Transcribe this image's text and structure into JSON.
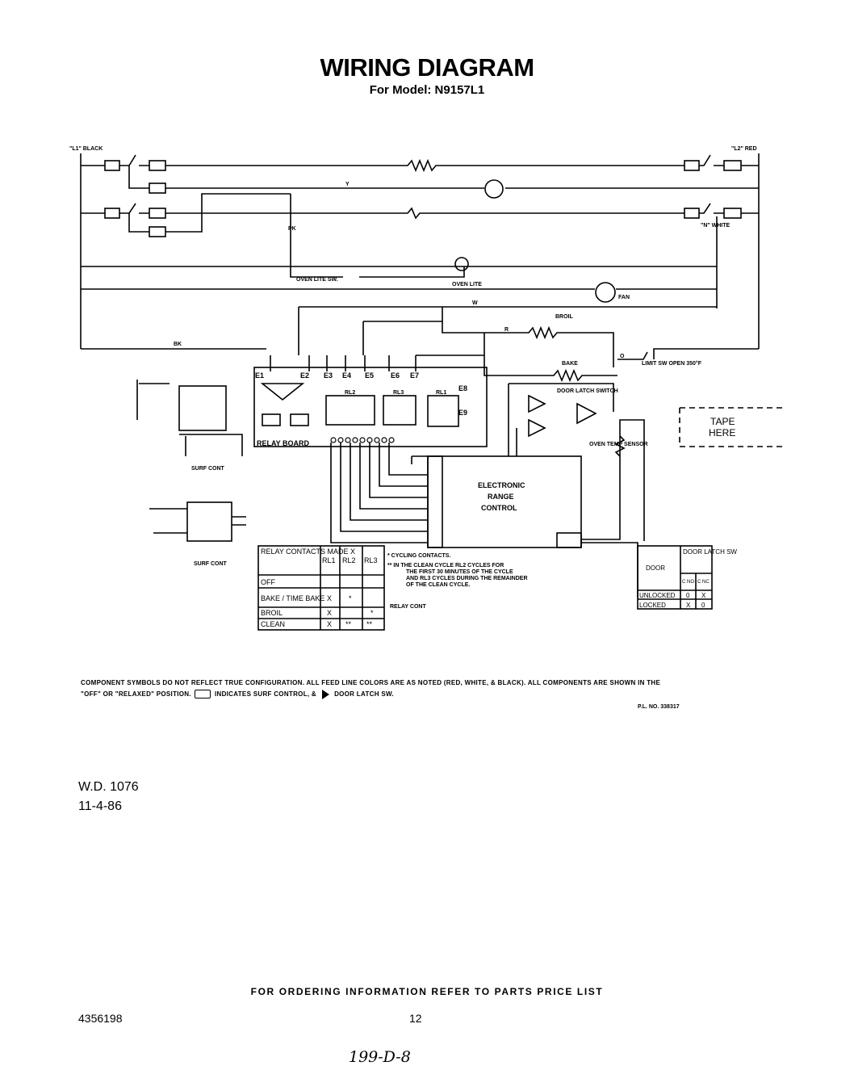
{
  "header": {
    "title": "WIRING DIAGRAM",
    "subtitle": "For Model: N9157L1"
  },
  "diagram": {
    "labels": {
      "l1_black": "\"L1\" BLACK",
      "l2_red": "\"L2\" RED",
      "neutral_white": "\"N\" WHITE",
      "wire_pk": "PK",
      "wire_y": "Y",
      "wire_bk": "BK",
      "wire_r": "R",
      "wire_w": "W",
      "wire_o": "O",
      "oven_lite_sw": "OVEN LITE SW.",
      "oven_lite": "OVEN LITE",
      "fan": "FAN",
      "broil": "BROIL",
      "bake": "BAKE",
      "limit_sw": "LIMIT SW OPEN 350°F",
      "door_latch_switch": "DOOR LATCH SWITCH",
      "oven_temp_sensor": "OVEN TEMP SENSOR",
      "relay_board": "RELAY BOARD",
      "electronic_range_control": [
        "ELECTRONIC",
        "RANGE",
        "CONTROL"
      ],
      "tape_here": [
        "TAPE",
        "HERE"
      ],
      "e_terminals": [
        "E1",
        "E2",
        "E3",
        "E4",
        "E5",
        "E6",
        "E7",
        "E8",
        "E9"
      ],
      "rl_labels": [
        "RL1",
        "RL2",
        "RL3"
      ],
      "surf_cont": "SURF CONT",
      "cycling_contacts": "* CYCLING CONTACTS.",
      "clean_note": [
        "** IN THE CLEAN CYCLE RL2 CYCLES FOR",
        "THE FIRST 30 MINUTES OF THE CYCLE",
        "AND RL3 CYCLES DURING THE REMAINDER",
        "OF THE CLEAN CYCLE."
      ],
      "relay_cont": "RELAY CONT"
    },
    "relay_table": {
      "header": [
        "RELAY CONTACTS MADE X",
        "RL1",
        "RL2",
        "RL3"
      ],
      "rows": [
        [
          "OFF",
          "",
          "",
          ""
        ],
        [
          "BAKE / TIME BAKE",
          "X",
          "*",
          ""
        ],
        [
          "BROIL",
          "X",
          "",
          "*"
        ],
        [
          "CLEAN",
          "X",
          "**",
          "**"
        ]
      ]
    },
    "door_table": {
      "header": [
        "DOOR",
        "DOOR LATCH SW"
      ],
      "sub": [
        "C NO",
        "C NC"
      ],
      "rows": [
        [
          "UNLOCKED",
          "0",
          "X"
        ],
        [
          "LOCKED",
          "X",
          "0"
        ]
      ]
    }
  },
  "notes": {
    "line1": "COMPONENT SYMBOLS DO NOT REFLECT TRUE CONFIGURATION. ALL FEED LINE COLORS ARE AS NOTED (RED, WHITE, & BLACK). ALL COMPONENTS ARE SHOWN IN THE",
    "line2a": "\"OFF\" OR \"RELAXED\" POSITION.",
    "line2b": "INDICATES SURF CONTROL, &",
    "line2c": "DOOR LATCH SW.",
    "part_no": "P.L. NO. 338317"
  },
  "footer": {
    "wd_number": "W.D. 1076",
    "date": "11-4-86",
    "ordering_info": "FOR ORDERING INFORMATION REFER TO PARTS PRICE LIST",
    "doc_number": "4356198",
    "page_number": "12",
    "handwritten": "199-D-8"
  }
}
